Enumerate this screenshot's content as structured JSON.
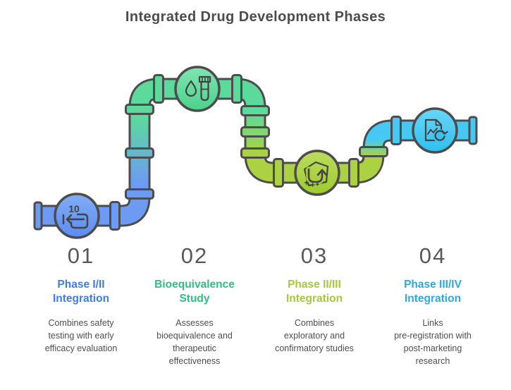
{
  "title": "Integrated Drug Development Phases",
  "palette": {
    "outline": "#4C4C4C",
    "blue": "#6D9BF3",
    "green": "#5CDA9B",
    "lime": "#ACD243",
    "cyan": "#45C8F3"
  },
  "pipeline": {
    "nodes": [
      {
        "icon": "rewind-10-icon",
        "icon_text": "10",
        "color": "#6D9BF3"
      },
      {
        "icon": "droplet-testtube-icon",
        "color": "#5CDA9B"
      },
      {
        "icon": "level-up-arrow-icon",
        "color": "#ACD243"
      },
      {
        "icon": "report-refresh-icon",
        "color": "#45C8F3"
      }
    ]
  },
  "phases": [
    {
      "number": "01",
      "label": "Phase I/II\nIntegration",
      "description": "Combines safety\ntesting with early\nefficacy evaluation",
      "color": "#3E7CE8"
    },
    {
      "number": "02",
      "label": "Bioequivalence\nStudy",
      "description": "Assesses\nbioequivalence and\ntherapeutic\neffectiveness",
      "color": "#2EBF81"
    },
    {
      "number": "03",
      "label": "Phase II/III\nIntegration",
      "description": "Combines\nexploratory and\nconfirmatory studies",
      "color": "#A4C93B"
    },
    {
      "number": "04",
      "label": "Phase III/IV\nIntegration",
      "description": "Links\npre-registration with\npost-marketing\nresearch",
      "color": "#2BA9E0"
    }
  ]
}
